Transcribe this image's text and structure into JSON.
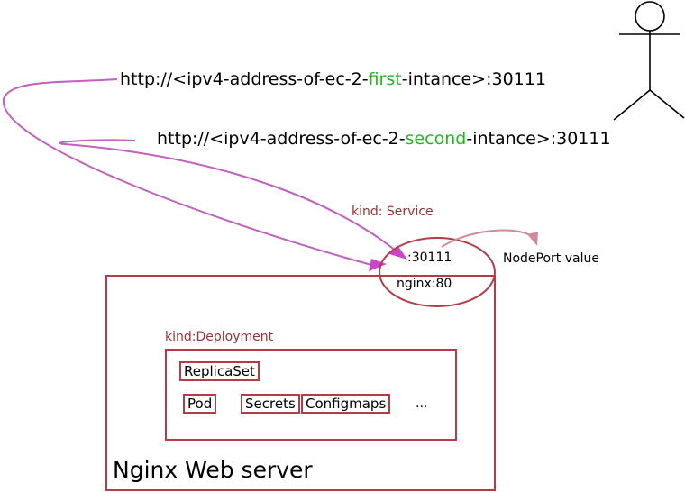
{
  "users": {
    "actor_icon": "stick-figure-user"
  },
  "urls": [
    {
      "prefix": "http://<ipv4-address-of-ec-2-",
      "highlight": "first",
      "suffix": "-intance>:30111"
    },
    {
      "prefix": "http://<ipv4-address-of-ec-2-",
      "highlight": "second",
      "suffix": "-intance>:30111"
    }
  ],
  "service": {
    "kind_label": "kind: Service",
    "port": ":30111",
    "target": "nginx:80",
    "annotation": "NodePort value"
  },
  "deployment": {
    "kind_label": "kind:Deployment",
    "replicaset": "ReplicaSet",
    "items": [
      "Pod",
      "Secrets",
      "Configmaps"
    ],
    "more": "..."
  },
  "server": {
    "title": "Nginx Web server"
  },
  "colors": {
    "highlight": "#22b822",
    "box_border": "#b43c46",
    "kind_text": "#9b3232",
    "arrow": "#c060c0",
    "arrowhead": "#cc44cc",
    "annotation_arrow": "#d08a98"
  }
}
